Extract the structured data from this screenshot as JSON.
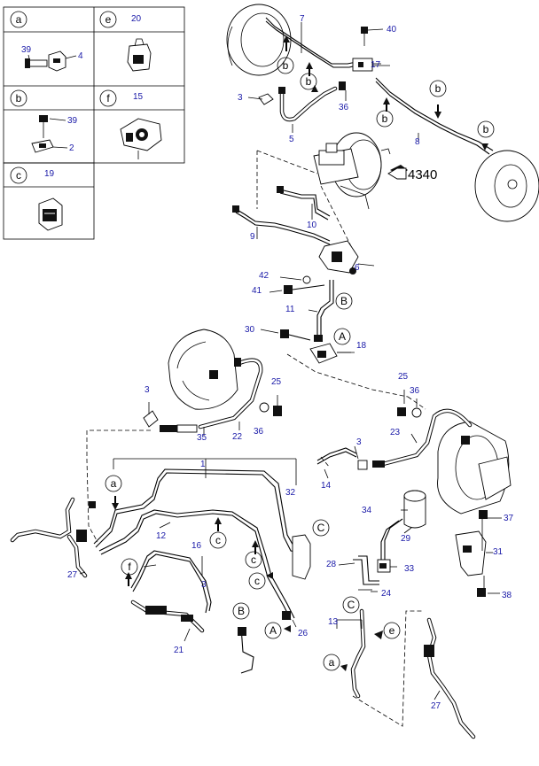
{
  "legend": {
    "cells": [
      {
        "letter": "a",
        "title": "",
        "labels": [
          "39",
          "4"
        ]
      },
      {
        "letter": "e",
        "title": "20",
        "labels": []
      },
      {
        "letter": "b",
        "title": "",
        "labels": [
          "39",
          "2"
        ]
      },
      {
        "letter": "f",
        "title": "15",
        "labels": []
      },
      {
        "letter": "c",
        "title": "19",
        "labels": []
      }
    ]
  },
  "callouts": [
    {
      "n": "7"
    },
    {
      "n": "40"
    },
    {
      "n": "17"
    },
    {
      "n": "3"
    },
    {
      "n": "36"
    },
    {
      "n": "5"
    },
    {
      "n": "8"
    },
    {
      "n": "10"
    },
    {
      "n": "9"
    },
    {
      "n": "42"
    },
    {
      "n": "6"
    },
    {
      "n": "41"
    },
    {
      "n": "11"
    },
    {
      "n": "30"
    },
    {
      "n": "18"
    },
    {
      "n": "25"
    },
    {
      "n": "3"
    },
    {
      "n": "35"
    },
    {
      "n": "22"
    },
    {
      "n": "36"
    },
    {
      "n": "25"
    },
    {
      "n": "36"
    },
    {
      "n": "3"
    },
    {
      "n": "23"
    },
    {
      "n": "14"
    },
    {
      "n": "1"
    },
    {
      "n": "32"
    },
    {
      "n": "12"
    },
    {
      "n": "16"
    },
    {
      "n": "3"
    },
    {
      "n": "27"
    },
    {
      "n": "21"
    },
    {
      "n": "34"
    },
    {
      "n": "29"
    },
    {
      "n": "28"
    },
    {
      "n": "33"
    },
    {
      "n": "24"
    },
    {
      "n": "13"
    },
    {
      "n": "26"
    },
    {
      "n": "37"
    },
    {
      "n": "31"
    },
    {
      "n": "38"
    },
    {
      "n": "27"
    }
  ],
  "circle_labels": [
    "b",
    "b",
    "b",
    "b",
    "b",
    "B",
    "A",
    "a",
    "c",
    "c",
    "c",
    "f",
    "C",
    "B",
    "A",
    "C",
    "e",
    "a"
  ],
  "reference": "4340"
}
